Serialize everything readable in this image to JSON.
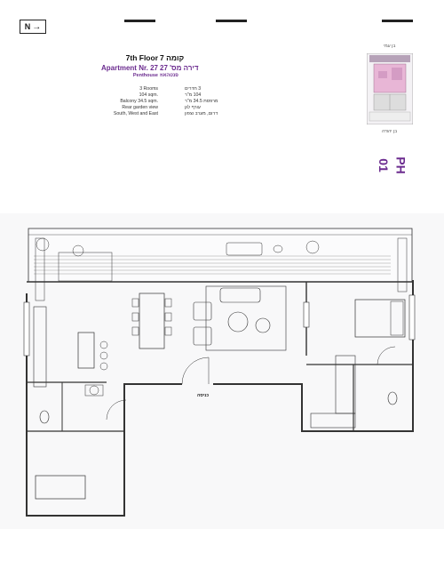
{
  "header": {
    "north_label": "N",
    "north_icon": "arrow-right-icon"
  },
  "apartment_en": {
    "floor": "7th Floor",
    "apartment": "Apartment Nr. 27",
    "type": "Penthouse",
    "details": [
      "3 Rooms",
      "104 sqm.",
      "Balcony 34.5 sqm.",
      "Rear garden view",
      "South, West and East"
    ]
  },
  "apartment_he": {
    "floor": "קומה 7",
    "apartment": "דירה מס' 27",
    "type": "פנטהאוז",
    "details": [
      "3 חדרים",
      "104 מ\"ר",
      "מרפסת 34.5 מ\"ר",
      "עורף לגן",
      "דרום, מערב וצפון"
    ]
  },
  "keyplan": {
    "top_label": "בן עמי",
    "bottom_label": "בן יהודה",
    "highlight_color": "#e8b6d6"
  },
  "badge": {
    "line1": "PH",
    "line2": "01"
  },
  "plan": {
    "entrance_label": "כניסה",
    "accent_color": "#6b2b8f"
  }
}
